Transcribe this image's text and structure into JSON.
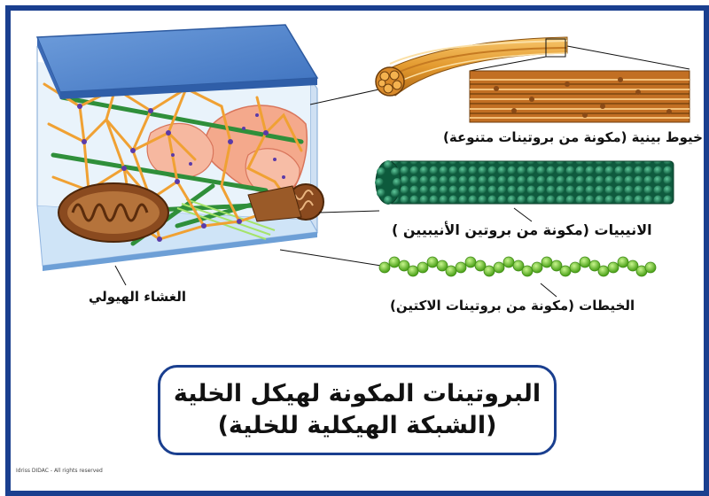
{
  "labels": {
    "intermediate_filaments": "خيوط بينية (مكونة من بروتينات متنوعة)",
    "microtubules": "الانيبيات (مكونة من بروتين الأنيبيين )",
    "microfilaments": "الخيطات (مكونة من بروتينات الاكتين)",
    "membrane": "الغشاء الهيولي"
  },
  "title": {
    "line1": "البروتينات المكونة لهيكل الخلية",
    "line2": "(الشبكة الهيكلية للخلية)"
  },
  "credit": "Idriss DIDAC - All rights reserved",
  "colors": {
    "frame": "#1a3f8f",
    "membrane": "#5b8fd0",
    "filament": "#f0a133",
    "microtubule": "#1f7a57",
    "actin": "#7bd23a",
    "mitochondrion": "#8a4a1f",
    "er": "#f4a98c"
  }
}
